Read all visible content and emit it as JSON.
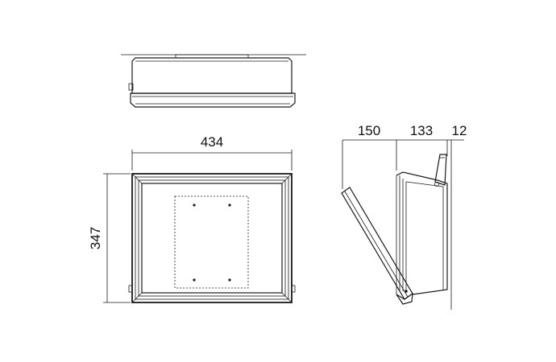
{
  "dimensions": {
    "width": "434",
    "height": "347",
    "lid_open": "150",
    "depth": "133",
    "lid_thickness": "12"
  }
}
